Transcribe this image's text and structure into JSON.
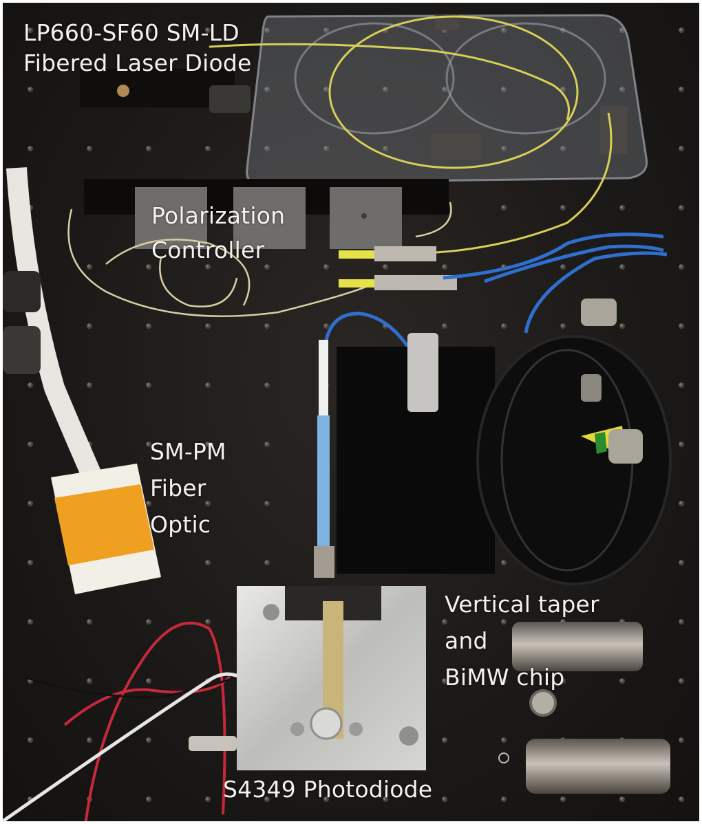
{
  "figure": {
    "type": "annotated photograph",
    "subject": "optical test bench setup",
    "labels": {
      "laser_diode": {
        "line1": "LP660-SF60 SM-LD",
        "line2": "Fibered Laser Diode"
      },
      "polarization_controller": {
        "line1": "Polarization",
        "line2": "Controller"
      },
      "fiber": {
        "line1": "SM-PM",
        "line2": "Fiber",
        "line3": "Optic"
      },
      "chip": {
        "line1": "Vertical taper",
        "line2": "and",
        "line3": "BiMW chip"
      },
      "photodiode": {
        "line1": "S4349 Photodiode"
      }
    },
    "colors": {
      "label_text": "#f4f2ee",
      "breadboard": "#1b1917",
      "yellow_fiber": "#d8cf57",
      "blue_fiber": "#2f6fcf",
      "orange_tape": "#f0a020",
      "aluminum": "#cfcfcc"
    }
  }
}
